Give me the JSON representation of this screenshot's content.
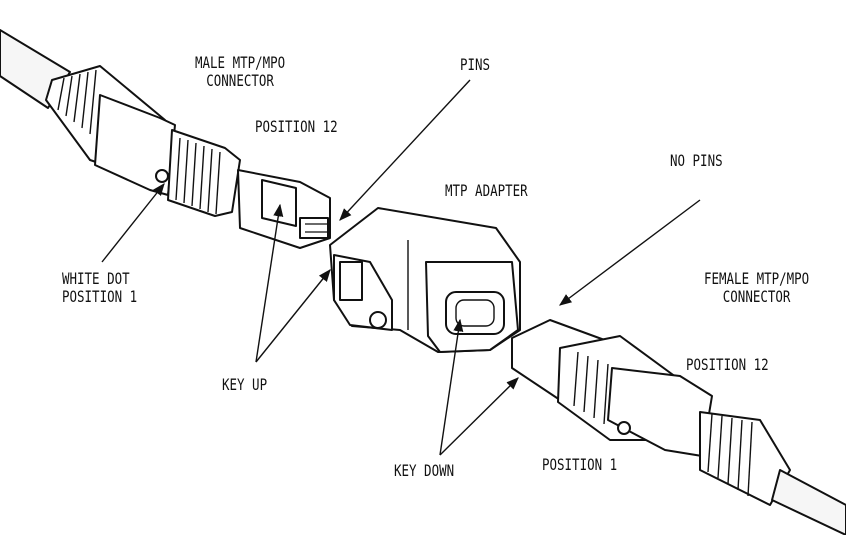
{
  "diagram": {
    "colors": {
      "ink": "#111111",
      "paper": "#ffffff",
      "cable": "#f4f4f4"
    },
    "labels": {
      "male_line1": "MALE MTP/MPO",
      "male_line2": "CONNECTOR",
      "pins": "PINS",
      "male_position12": "POSITION 12",
      "no_pins": "NO PINS",
      "adapter": "MTP ADAPTER",
      "white_dot_line1": "WHITE DOT",
      "white_dot_line2": "POSITION 1",
      "female_line1": "FEMALE MTP/MPO",
      "female_line2": "CONNECTOR",
      "key_up": "KEY UP",
      "female_position12": "POSITION 12",
      "key_down": "KEY DOWN",
      "female_position1": "POSITION 1"
    }
  }
}
